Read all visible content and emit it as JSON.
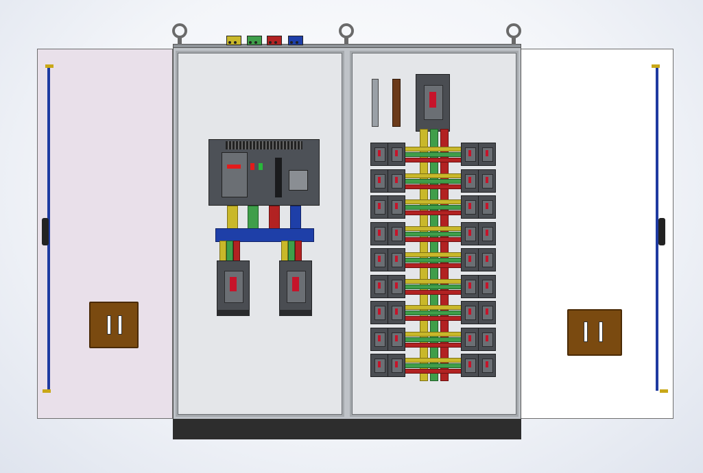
{
  "drawing": {
    "subject": "",
    "colors": {
      "door_left": "#e9e0ea",
      "door_right": "#ffffff",
      "mounting_plate": "#e4e6e9",
      "plinth": "#2d2d2d",
      "phase_a": "#c9b82a",
      "phase_b": "#3f9e4a",
      "phase_c": "#b22222",
      "neutral": "#1e3fa8",
      "handle": "#7a4a10",
      "lever": "#c6142a"
    },
    "lifting_eyes": 3,
    "busbar_terminals": [
      "yellow",
      "green",
      "red",
      "blue"
    ],
    "left_section": {
      "main_breaker": "acb",
      "outgoing_mccb": 2
    },
    "right_section": {
      "incoming_mccb": 1,
      "branch_breaker_rows": 9,
      "branch_breakers_per_row": 2
    }
  }
}
